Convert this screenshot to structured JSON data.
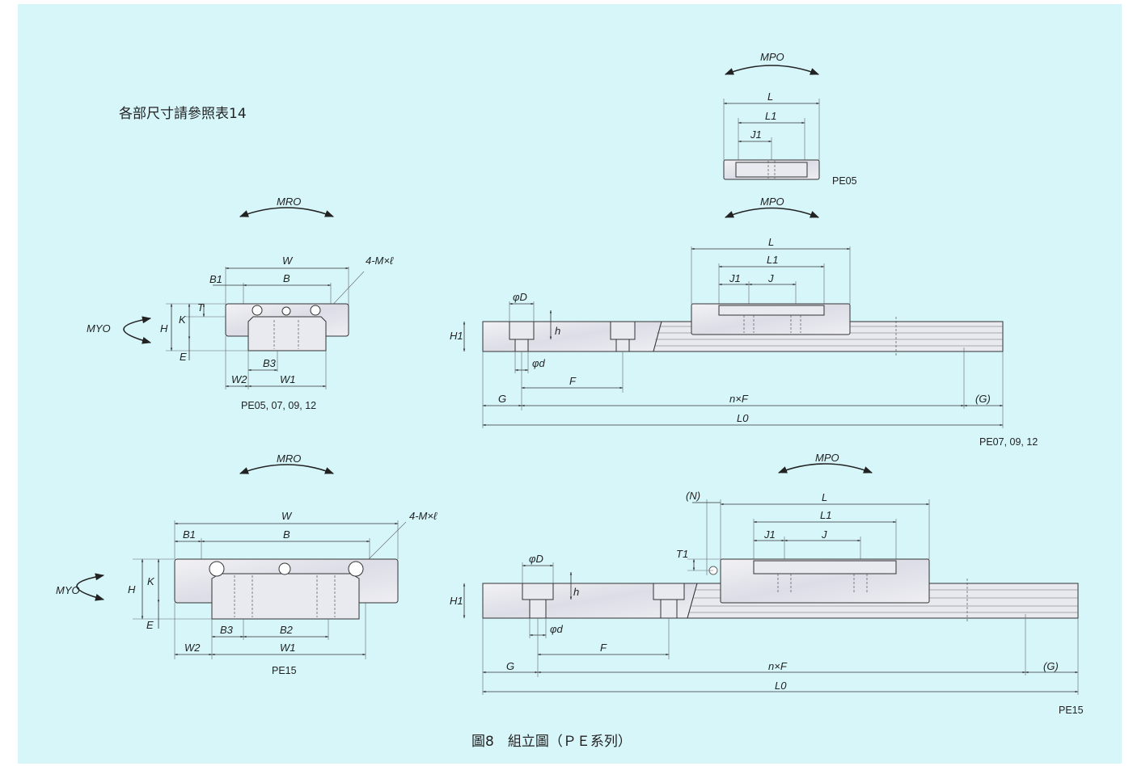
{
  "note": "各部尺寸請參照表14",
  "caption": "圖8　組立圖（ＰＥ系列）",
  "views": {
    "top_pe05": {
      "moment": "MPO",
      "dims": [
        "L",
        "L1",
        "J1"
      ],
      "model": "PE05"
    },
    "end_small": {
      "moments": [
        "MRO",
        "MYO"
      ],
      "dims": [
        "W",
        "B1",
        "B",
        "4-M×ℓ",
        "T",
        "H",
        "K",
        "E",
        "B3",
        "W2",
        "W1"
      ],
      "model": "PE05, 07, 09, 12"
    },
    "side_small": {
      "moment": "MPO",
      "dims": [
        "L",
        "L1",
        "J1",
        "J",
        "φD",
        "h",
        "H1",
        "φd",
        "F",
        "G",
        "n×F",
        "(G)",
        "L0"
      ],
      "model": "PE07, 09, 12"
    },
    "end_large": {
      "moments": [
        "MRO",
        "MYO"
      ],
      "dims": [
        "W",
        "B1",
        "B",
        "4-M×ℓ",
        "H",
        "K",
        "E",
        "B3",
        "B2",
        "W2",
        "W1"
      ],
      "model": "PE15"
    },
    "side_large": {
      "moment": "MPO",
      "dims": [
        "(N)",
        "L",
        "L1",
        "J1",
        "J",
        "T1",
        "φD",
        "h",
        "H1",
        "φd",
        "F",
        "G",
        "n×F",
        "(G)",
        "L0"
      ],
      "model": "PE15"
    }
  },
  "colors": {
    "background": "#d6f6fa",
    "line": "#333333"
  }
}
